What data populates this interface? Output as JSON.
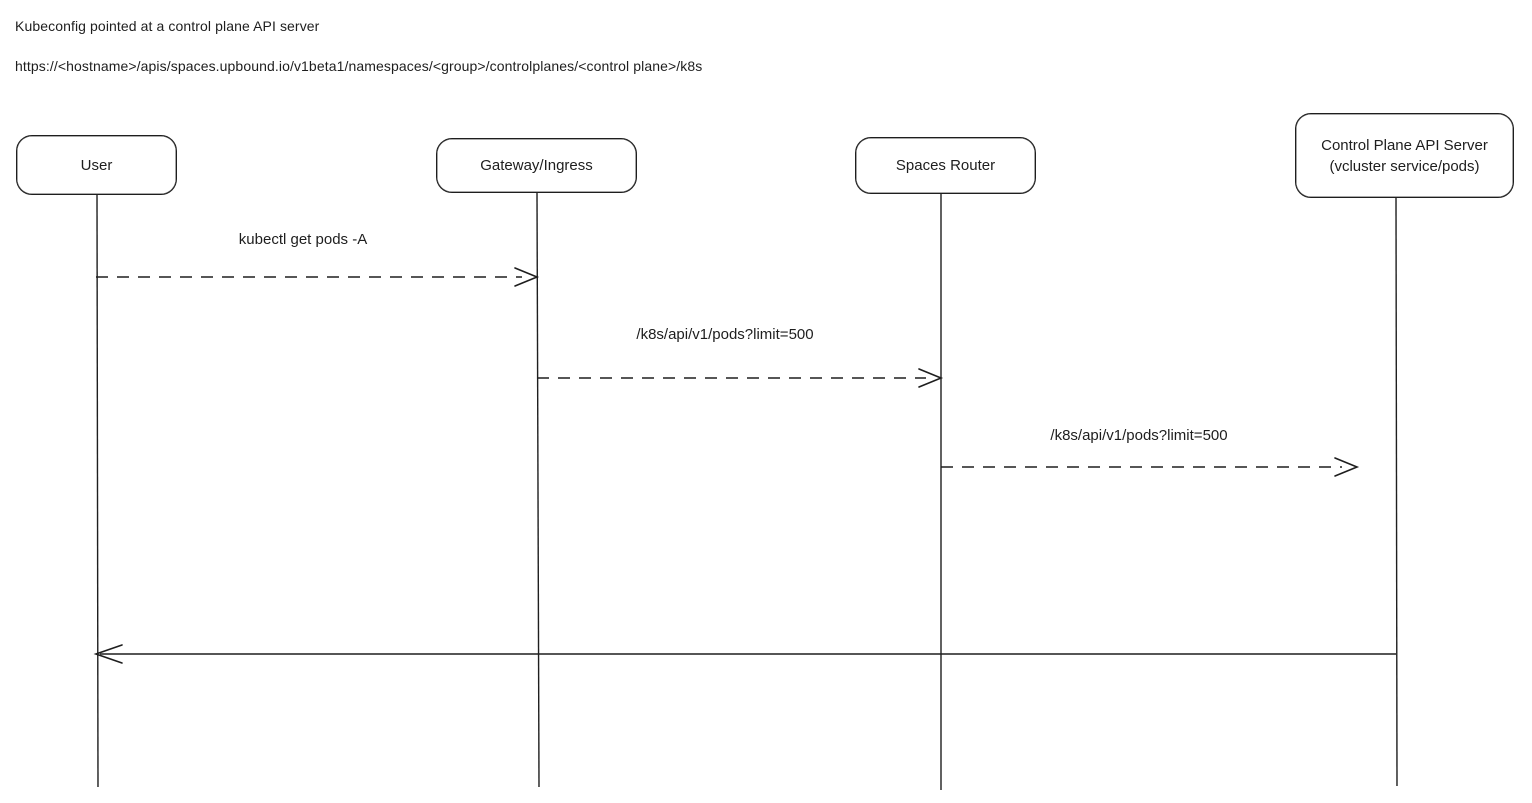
{
  "header": {
    "title": "Kubeconfig pointed at a control plane API server",
    "url": "https://<hostname>/apis/spaces.upbound.io/v1beta1/namespaces/<group>/controlplanes/<control plane>/k8s"
  },
  "diagram": {
    "type": "sequence",
    "participants": [
      {
        "id": "user",
        "lines": [
          "User"
        ]
      },
      {
        "id": "gateway-ingress",
        "lines": [
          "Gateway/Ingress"
        ]
      },
      {
        "id": "spaces-router",
        "lines": [
          "Spaces Router"
        ]
      },
      {
        "id": "control-plane-api-server",
        "lines": [
          "Control Plane API Server",
          "(vcluster service/pods)"
        ]
      }
    ],
    "messages": [
      {
        "from": "user",
        "to": "gateway-ingress",
        "label": "kubectl get pods -A",
        "line_style": "dashed"
      },
      {
        "from": "gateway-ingress",
        "to": "spaces-router",
        "label": "/k8s/api/v1/pods?limit=500",
        "line_style": "dashed"
      },
      {
        "from": "spaces-router",
        "to": "control-plane-api-server",
        "label": "/k8s/api/v1/pods?limit=500",
        "line_style": "dashed"
      },
      {
        "from": "control-plane-api-server",
        "to": "user",
        "label": "",
        "line_style": "solid"
      }
    ]
  },
  "colors": {
    "ink": "#1e1e1e",
    "background": "#ffffff"
  }
}
